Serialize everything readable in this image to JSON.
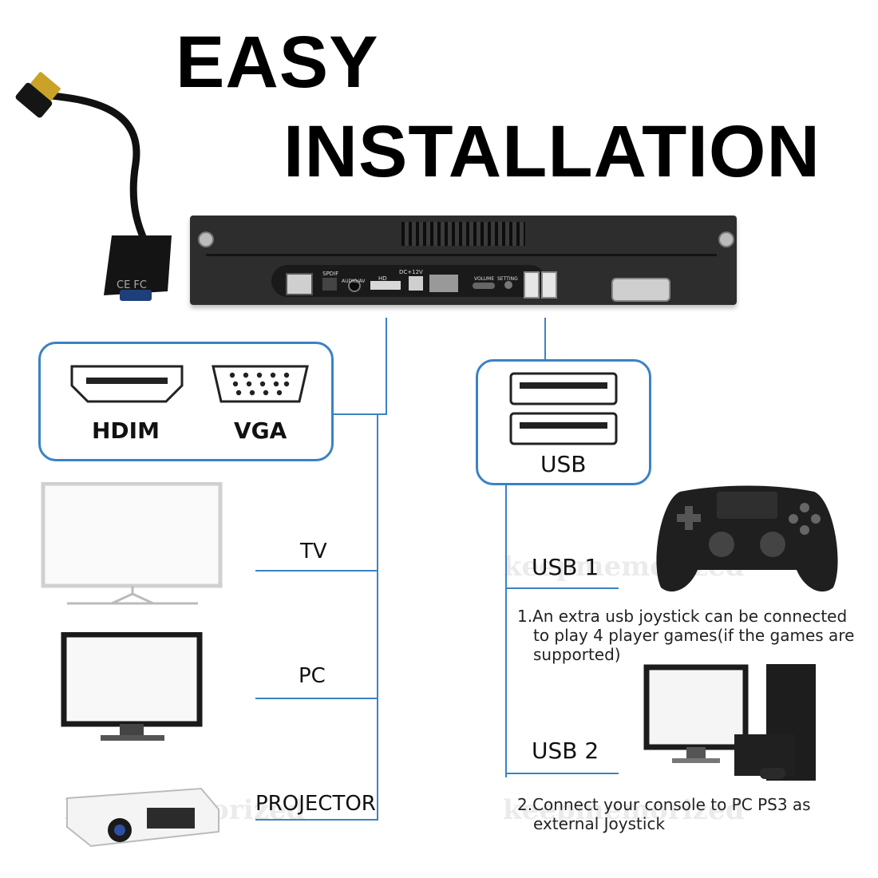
{
  "title": {
    "line1": "EASY",
    "line2": "INSTALLATION"
  },
  "adapter": {
    "marking": "CE FC"
  },
  "panel": {
    "port_labels": {
      "spdif": "SPDIF",
      "audio": "AUDIO/AV",
      "hd": "HD",
      "dc": "DC+12V",
      "volume": "VOLUME",
      "setting": "SETTING"
    }
  },
  "video_box": {
    "hdmi_label": "HDIM",
    "vga_label": "VGA"
  },
  "usb_box": {
    "label": "USB"
  },
  "outputs": [
    {
      "label": "TV"
    },
    {
      "label": "PC"
    },
    {
      "label": "PROJECTOR"
    }
  ],
  "usb_ports": [
    {
      "label": "USB 1",
      "note_line1": "1.An extra usb joystick can be connected",
      "note_line2": "to play 4 player games(if the games are",
      "note_line3": "supported)"
    },
    {
      "label": "USB 2",
      "note_line1": "2.Connect your console to PC PS3 as",
      "note_line2": "external Joystick"
    }
  ],
  "watermark": {
    "text": "keepmemorized"
  },
  "colors": {
    "accent_blue": "#3b82c4",
    "device_dark": "#2b2b2b"
  }
}
